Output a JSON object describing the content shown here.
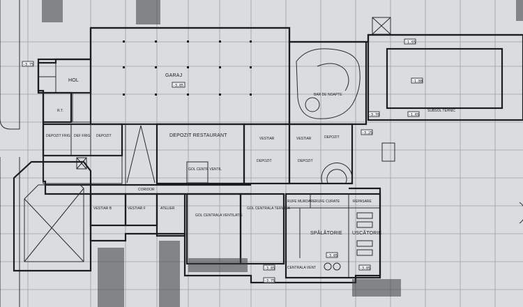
{
  "labels": {
    "garaj": "GARAJ",
    "hol": "HOL",
    "rt": "R.T.",
    "depozit_frig": "DEPOZIT FRIG",
    "def_frig": "DEF FRIG",
    "depozit": "DEPOZIT",
    "depozit_restaurant": "DEPOZIT RESTAURANT",
    "bar_de_noapte": "BAR DE NOAPTE",
    "subsol_tehnic": "SUBSOL TEHNIC",
    "vestiar": "VESTIAR",
    "vestiar_2": "VESTIAR",
    "depozit_2": "DEPOZIT",
    "depozit_3": "DEPOZIT",
    "depozit_4": "DEPOZIT",
    "gol_centr_ventil": "GOL CENTR VENTIL",
    "coridor": "CORIDOR",
    "vestiar_b": "VESTIAR B",
    "vestiar_f": "VESTIAR F",
    "atelier": "ATELIER",
    "gol_centrala_ventilatie": "GOL CENTRALA VENTILATIE",
    "gol_centrala_termica": "GOL CENTRALA TERMICA",
    "spalatorie": "SPĂLĂTORIE",
    "uscatorie": "USCĂTORIE",
    "centrala_vent": "CENTRALA VENT",
    "rufe_curate": "RUFE CURATE",
    "rufe_murdare": "RUFE MURDARE",
    "repasare": "REPASARE"
  },
  "levels": {
    "garaj": "-3.85",
    "sub1": "-1.65",
    "sub2": "-1.88",
    "sub3": "-1.65",
    "bar1": "-3.70",
    "bar2": "-3.25",
    "gol1": "-3.85",
    "gol2": "-3.75",
    "spal": "-3.85",
    "usc": "-3.85",
    "hol": "-3.75"
  }
}
